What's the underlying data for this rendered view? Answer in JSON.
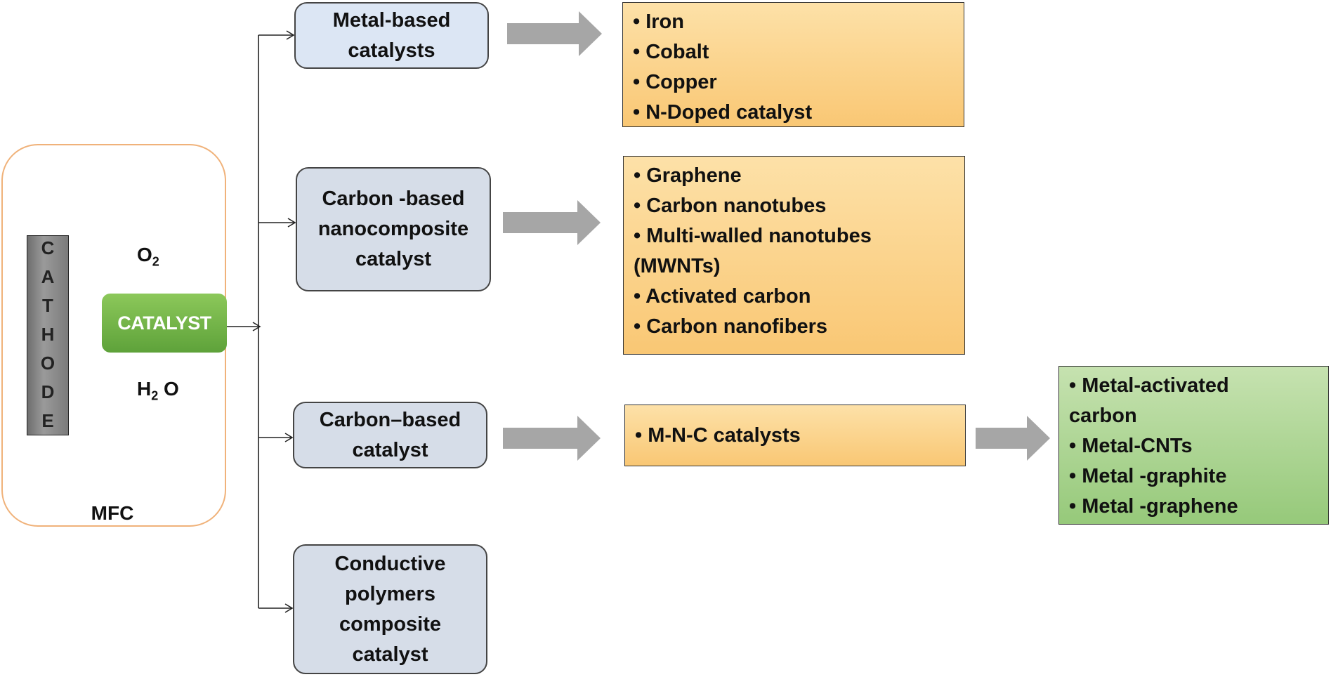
{
  "mfc": {
    "label": "MFC",
    "cathode_letters": [
      "C",
      "A",
      "T",
      "H",
      "O",
      "D",
      "E"
    ],
    "catalyst_label": "CATALYST",
    "o2": {
      "base": "O",
      "sub": "2"
    },
    "h2o": {
      "base": "H",
      "sub": "2",
      "tail": " O"
    }
  },
  "categories": [
    {
      "lines": [
        "Metal-based",
        "catalysts"
      ]
    },
    {
      "lines": [
        "Carbon -based",
        "nanocomposite",
        "catalyst"
      ]
    },
    {
      "lines": [
        "Carbon–based",
        "catalyst"
      ]
    },
    {
      "lines": [
        "Conductive",
        "polymers",
        "composite",
        "catalyst"
      ]
    }
  ],
  "lists": {
    "metal": [
      "• Iron",
      "• Cobalt",
      "• Copper",
      "• N-Doped catalyst"
    ],
    "carbon_nano": [
      "• Graphene",
      "• Carbon nanotubes",
      "• Multi-walled nanotubes",
      "(MWNTs)",
      "• Activated carbon",
      "• Carbon nanofibers"
    ],
    "carbon": [
      "• M-N-C catalysts"
    ],
    "metal_carbon": [
      "• Metal-activated",
      "carbon",
      "• Metal-CNTs",
      "• Metal -graphite",
      "• Metal -graphene"
    ]
  },
  "colors": {
    "category_box": "#d6dde8",
    "list_box": "#f9c774",
    "result_box": "#96c97a",
    "catalyst": "#5ea23a",
    "arrow": "#a6a6a6",
    "curved_arrow": "#6f8fcc"
  }
}
